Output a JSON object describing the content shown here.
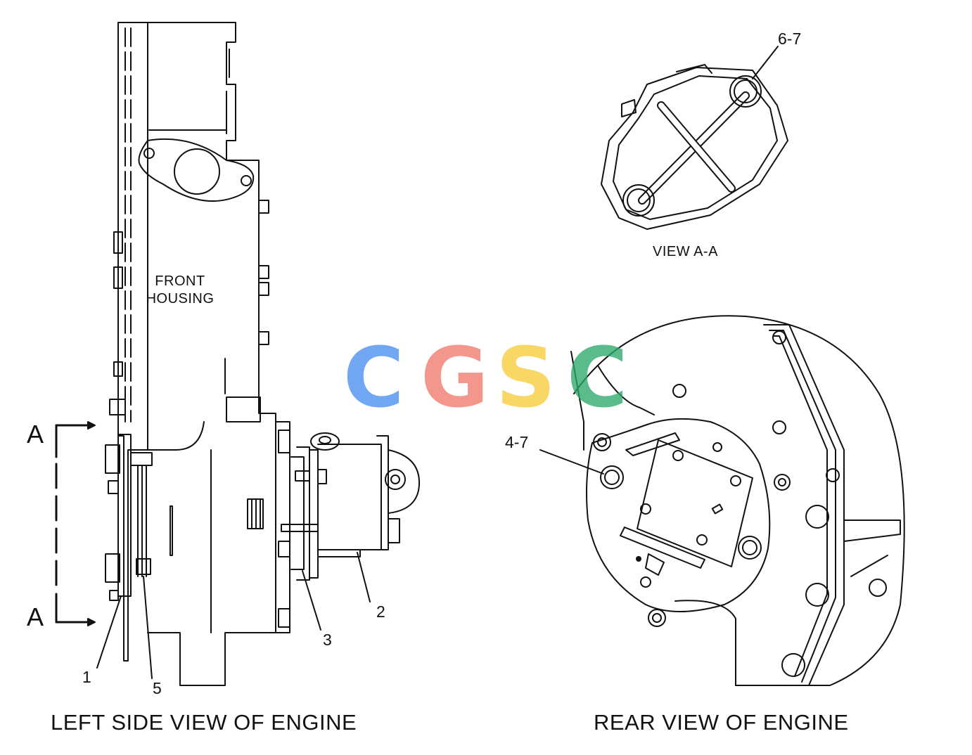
{
  "diagram": {
    "captions": {
      "left": "LEFT SIDE VIEW OF ENGINE",
      "rear": "REAR VIEW OF ENGINE",
      "view": "VIEW A-A"
    },
    "housing_label": [
      "FRONT",
      "HOUSING"
    ],
    "section_marks": [
      "A",
      "A"
    ],
    "callouts": [
      "1",
      "2",
      "3",
      "5",
      "4-7",
      "6-7"
    ]
  },
  "watermark": {
    "letters": [
      "C",
      "G",
      "S",
      "C"
    ],
    "colors": [
      "#4a8ef0",
      "#f07a6e",
      "#f7cc3a",
      "#2ea86a"
    ]
  }
}
